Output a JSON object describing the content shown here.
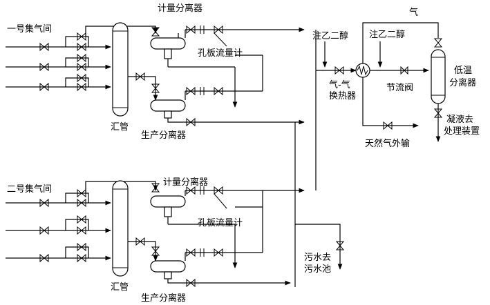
{
  "labels": {
    "station1": "一号集气间",
    "station2": "二号集气间",
    "metering_sep_top": "计量分离器",
    "metering_sep_bottom": "计量分离器",
    "orifice_top": "孔板流量计",
    "orifice_bottom": "孔板流量计",
    "manifold_top": "汇管",
    "manifold_bottom": "汇管",
    "production_sep_top": "生产分离器",
    "production_sep_bottom": "生产分离器",
    "glycol_1": "注乙二醇",
    "glycol_2": "注乙二醇",
    "gas": "气",
    "heat_exchanger_line1": "气-气",
    "heat_exchanger_line2": "换热器",
    "throttle_valve": "节流阀",
    "lt_sep_line1": "低温",
    "lt_sep_line2": "分离器",
    "condensate_line1": "凝液去",
    "condensate_line2": "处理装置",
    "natural_gas_export": "天然气外输",
    "wastewater_line1": "污水去",
    "wastewater_line2": "污水池"
  }
}
